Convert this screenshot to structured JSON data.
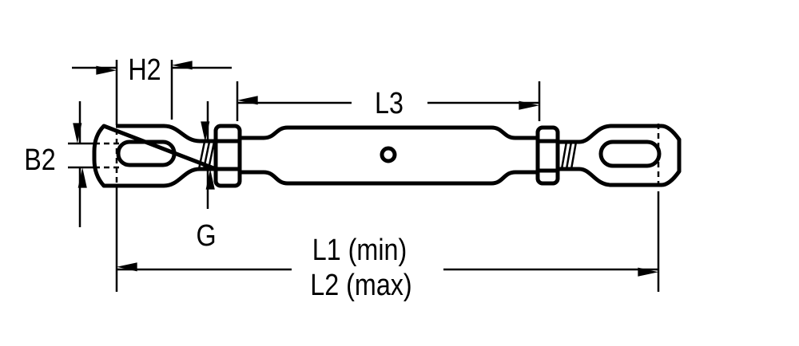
{
  "labels": {
    "h2": "H2",
    "l3": "L3",
    "b2": "B2",
    "g": "G",
    "l1": "L1 (min)",
    "l2": "L2 (max)"
  },
  "colors": {
    "line": "#000000",
    "background": "#ffffff"
  }
}
